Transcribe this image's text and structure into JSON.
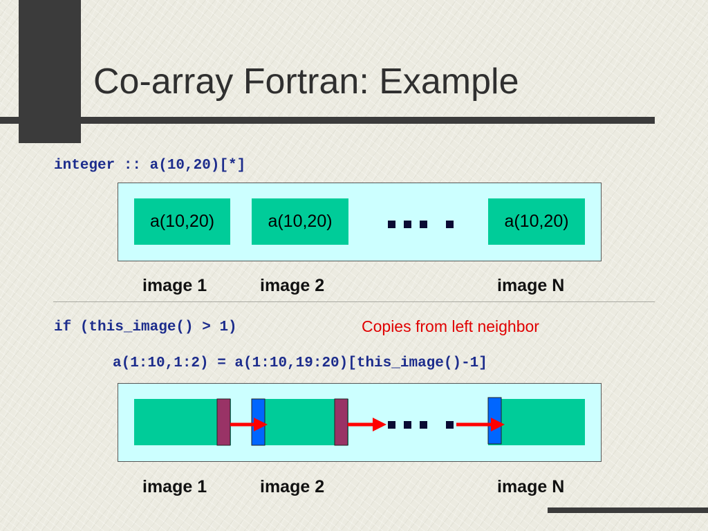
{
  "title": "Co-array Fortran: Example",
  "declaration": "integer :: a(10,20)[*]",
  "top_diagram": {
    "cells": [
      "a(10,20)",
      "a(10,20)",
      "a(10,20)"
    ],
    "labels": [
      "image 1",
      "image 2",
      "image N"
    ]
  },
  "code": {
    "line1": "if (this_image() > 1)",
    "line2": "a(1:10,1:2) = a(1:10,19:20)[this_image()-1]"
  },
  "note": "Copies from left neighbor",
  "bottom_diagram": {
    "labels": [
      "image 1",
      "image 2",
      "image N"
    ]
  },
  "colors": {
    "panel": "#ccffff",
    "cell": "#00cc99",
    "source_strip": "#993366",
    "dest_strip": "#0066ff",
    "arrow": "#ff0000",
    "note": "#e00000",
    "code": "#1c2c8c"
  }
}
